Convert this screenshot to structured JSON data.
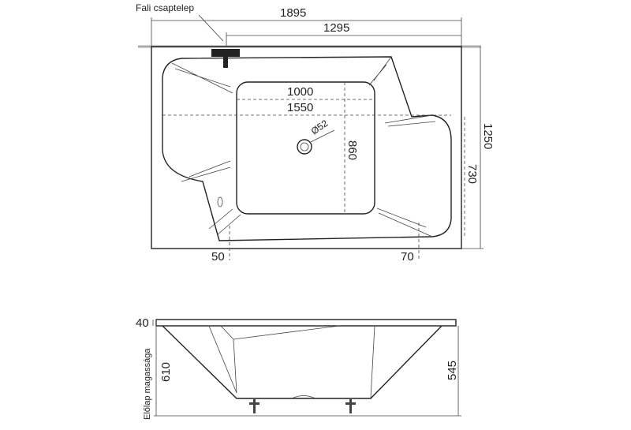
{
  "labels": {
    "faucet": "Fali csaptelep",
    "front_panel_height": "Előlap magassága"
  },
  "dimensions": {
    "total_length": "1895",
    "faucet_offset": "1295",
    "inner_length": "1550",
    "bottom_length": "1000",
    "total_width": "1250",
    "inner_width": "730",
    "bottom_width": "860",
    "drain": "Ø52",
    "left_margin": "50",
    "right_margin": "70",
    "rim_height": "40",
    "total_height": "610",
    "depth": "545"
  }
}
